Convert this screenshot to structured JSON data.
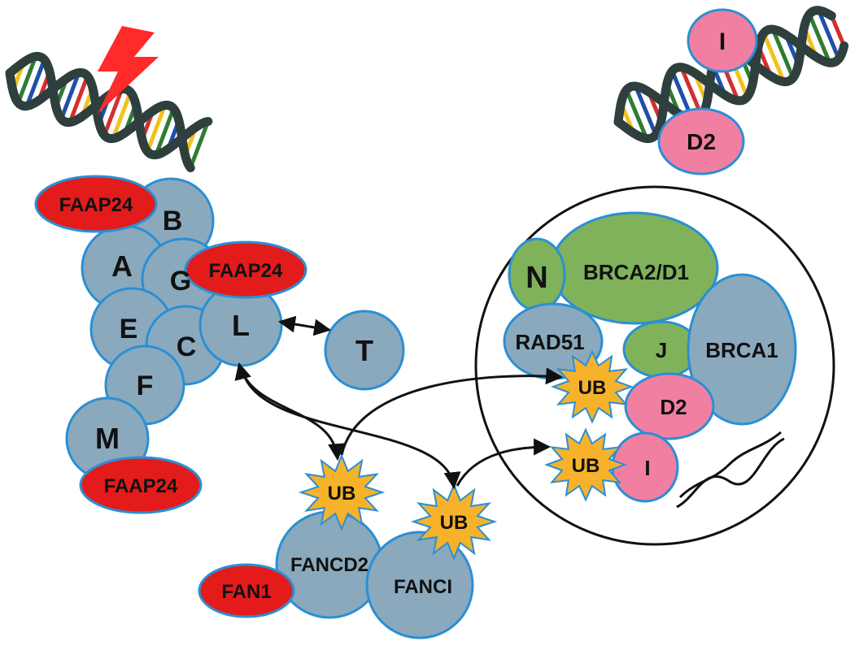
{
  "colors": {
    "blue_protein": "#8aa9bd",
    "blue_stroke": "#2a8fd4",
    "red_protein": "#e31b1b",
    "green_protein": "#7fb25a",
    "pink_protein": "#f07fa2",
    "ub_star": "#f6b22a",
    "dna_backbone": "#2e3f3e",
    "dna_rungs": [
      "#d32f2f",
      "#f2c21c",
      "#2e7d32",
      "#1f4fa8"
    ],
    "lightning": "#ff2a2a",
    "arrow": "#111111"
  },
  "top_right_dna": {
    "protein_top": "I",
    "protein_bottom": "D2"
  },
  "core_complex": {
    "labels": {
      "b": "B",
      "a": "A",
      "g": "G",
      "e": "E",
      "c": "C",
      "l": "L",
      "f": "F",
      "m": "M",
      "t": "T"
    },
    "faap_top": "FAAP24",
    "faap_mid": "FAAP24",
    "faap_bottom": "FAAP24"
  },
  "repair_complex": {
    "n": "N",
    "brca2": "BRCA2/D1",
    "rad51": "RAD51",
    "j": "J",
    "brca1": "BRCA1",
    "d2": "D2",
    "i": "I",
    "ub1": "UB",
    "ub2": "UB"
  },
  "id2_complex": {
    "fancd2": "FANCD2",
    "fanci": "FANCI",
    "fan1": "FAN1",
    "ub_left": "UB",
    "ub_right": "UB"
  }
}
